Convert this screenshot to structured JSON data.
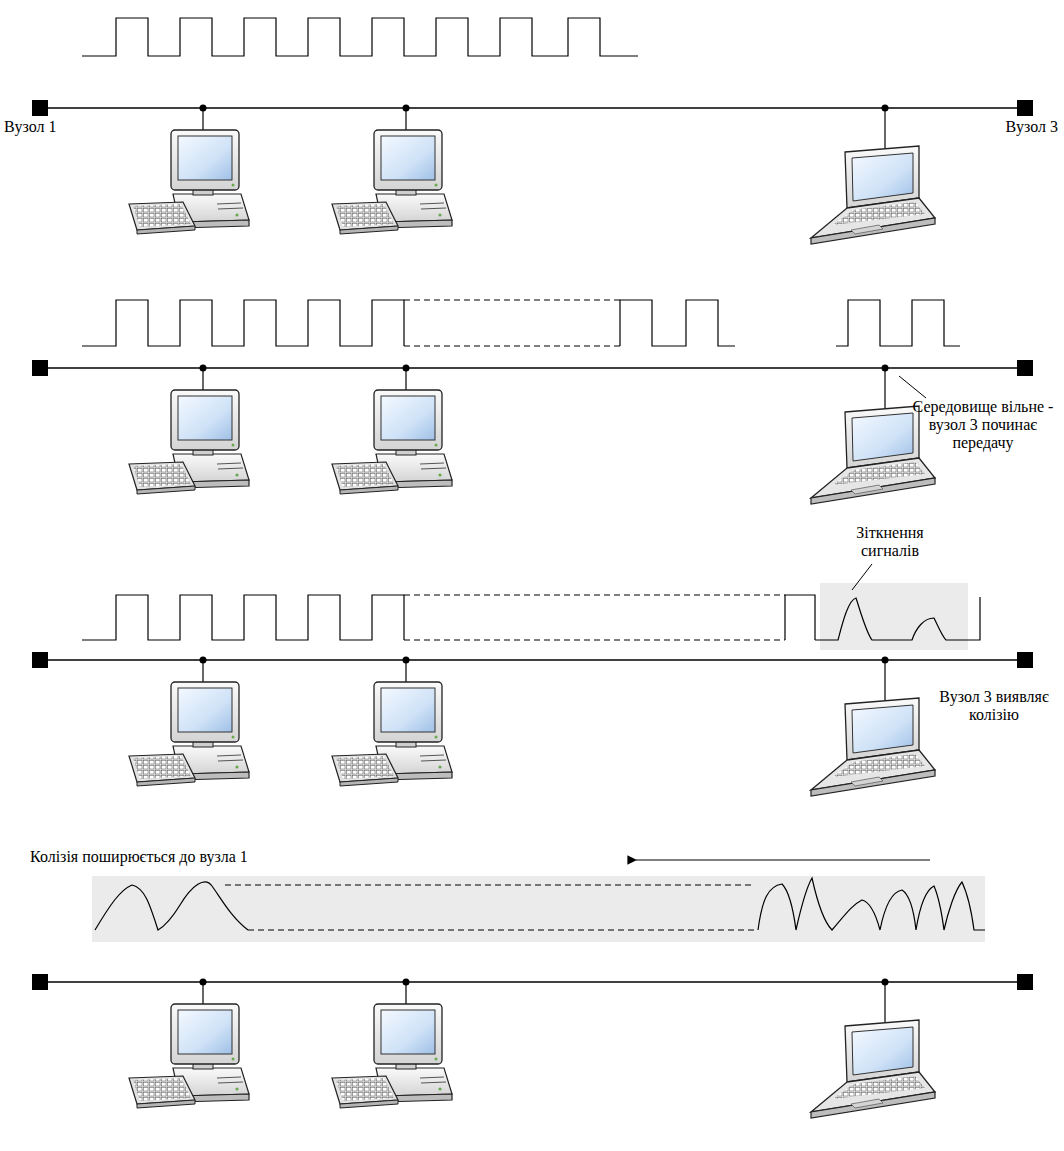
{
  "diagram": {
    "labels": [
      "Вузол 1",
      "Вузол 3",
      "Середовище вільне - вузол 3 починає передачу",
      "Зіткнення сигналів",
      "Вузол 3 виявляє колізію",
      "Колізія поширюється до вузла 1"
    ]
  }
}
